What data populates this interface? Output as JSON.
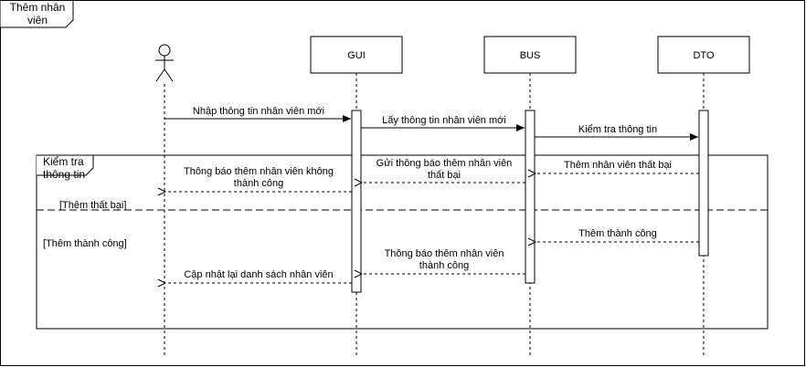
{
  "frame": {
    "title_line1": "Thêm nhân",
    "title_line2": "viên"
  },
  "participants": {
    "actor": "",
    "gui": "GUI",
    "bus": "BUS",
    "dto": "DTO"
  },
  "messages": {
    "m1": "Nhập thông tin nhân viên mới",
    "m2": "Lấy thông tin nhân viên mới",
    "m3": "Kiểm tra thông tin",
    "m4": "Thêm nhân viên thất bại",
    "m5_line1": "Gửi thông báo thêm nhân viên",
    "m5_line2": "thất bại",
    "m6_line1": "Thông báo thêm nhân viên không",
    "m6_line2": "thành công",
    "m7": "Thêm thành công",
    "m8_line1": "Thông báo thêm nhân viên",
    "m8_line2": "thành công",
    "m9": "Cập nhật lại danh sách nhân viên"
  },
  "alt_fragment": {
    "title_line1": "Kiểm tra",
    "title_line2": "thông tin",
    "guard1": "[Thêm thất bại]",
    "guard2": "[Thêm thành công]"
  }
}
